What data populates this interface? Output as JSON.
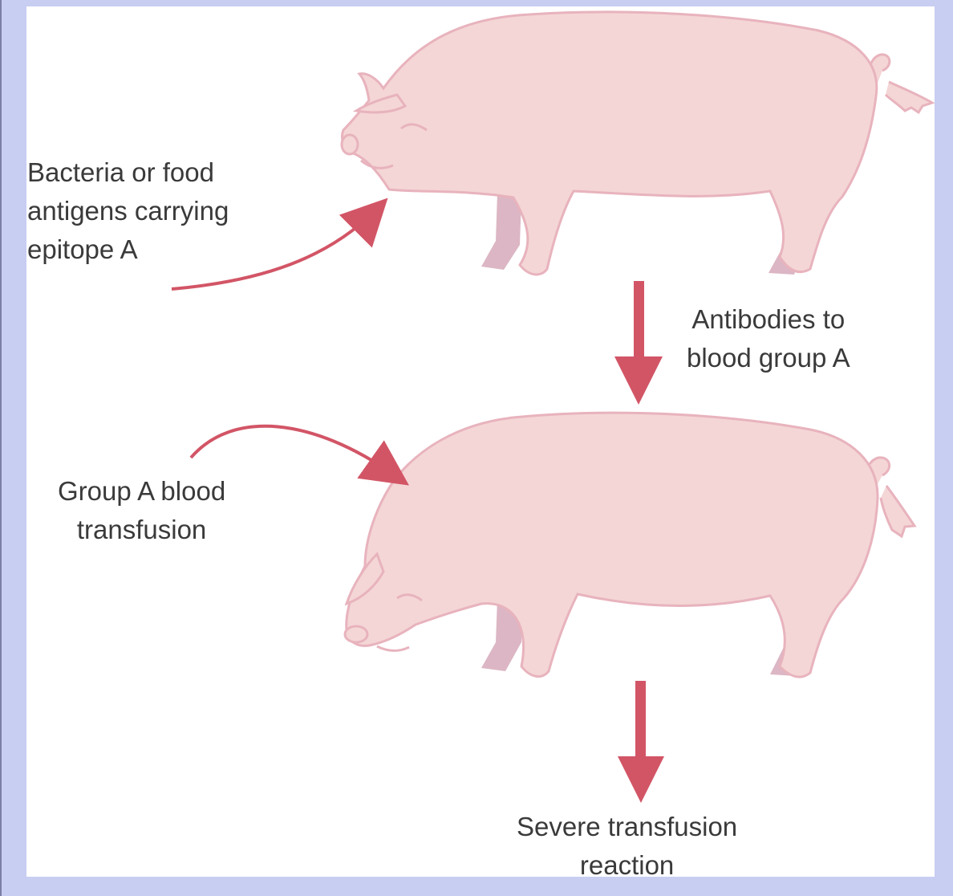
{
  "colors": {
    "border": "#c8cdf2",
    "frame_line": "#7b7fa6",
    "panel": "#ffffff",
    "pig_fill": "#f4d6d6",
    "pig_stroke": "#e8b3bd",
    "pig_far_legs": "#dcb6c4",
    "arrow": "#d25566",
    "text": "#3a3a3a"
  },
  "labels": {
    "bacteria": "Bacteria or food\nantigens carrying\nepitope A",
    "antibodies": "Antibodies to\nblood group A",
    "transfusion": "Group A blood\ntransfusion",
    "reaction": "Severe transfusion\nreaction"
  }
}
